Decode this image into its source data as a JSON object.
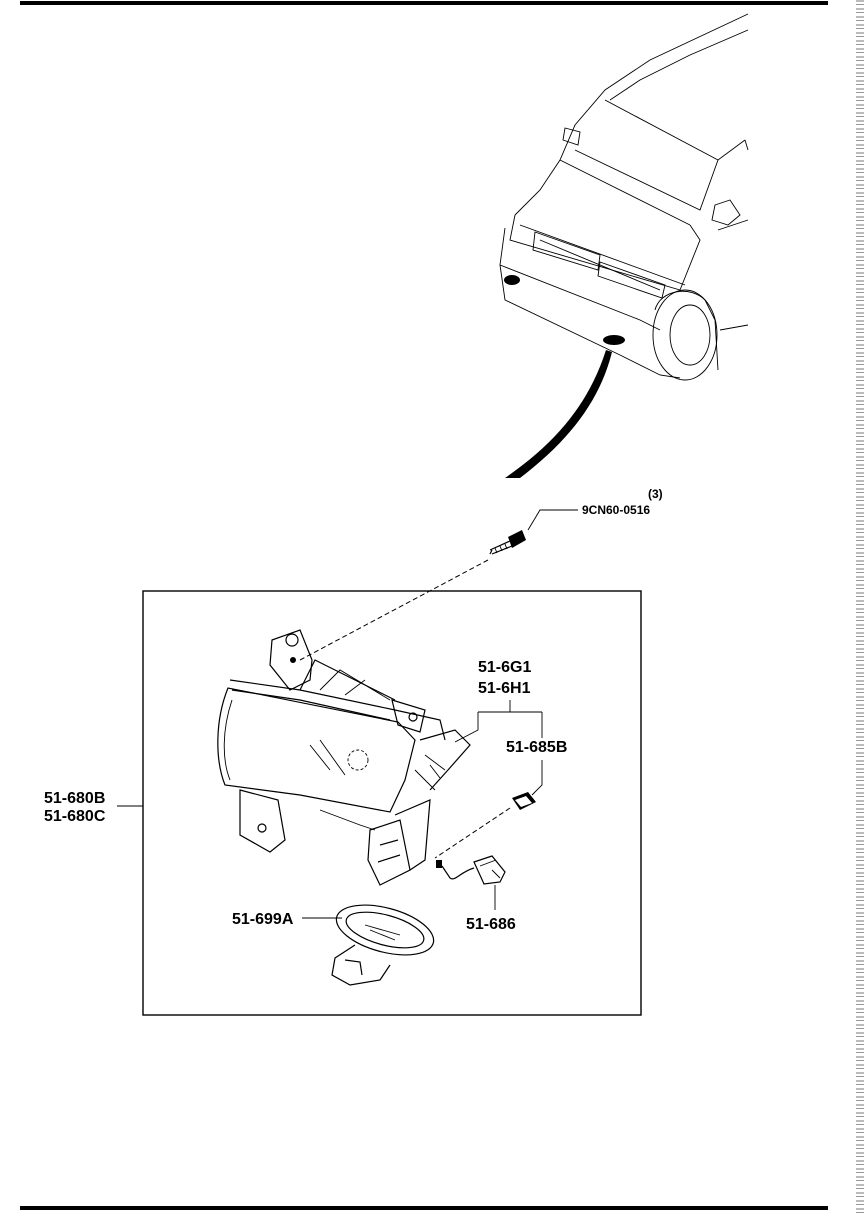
{
  "title": "",
  "parts": {
    "bolt_qty": "(3)",
    "bolt": "9CN60-0516",
    "lamp_a": "51-680B",
    "lamp_b": "51-680C",
    "bulb_a": "51-6G1",
    "bulb_b": "51-6H1",
    "clip": "51-685B",
    "socket": "51-686",
    "cover": "51-699A"
  }
}
